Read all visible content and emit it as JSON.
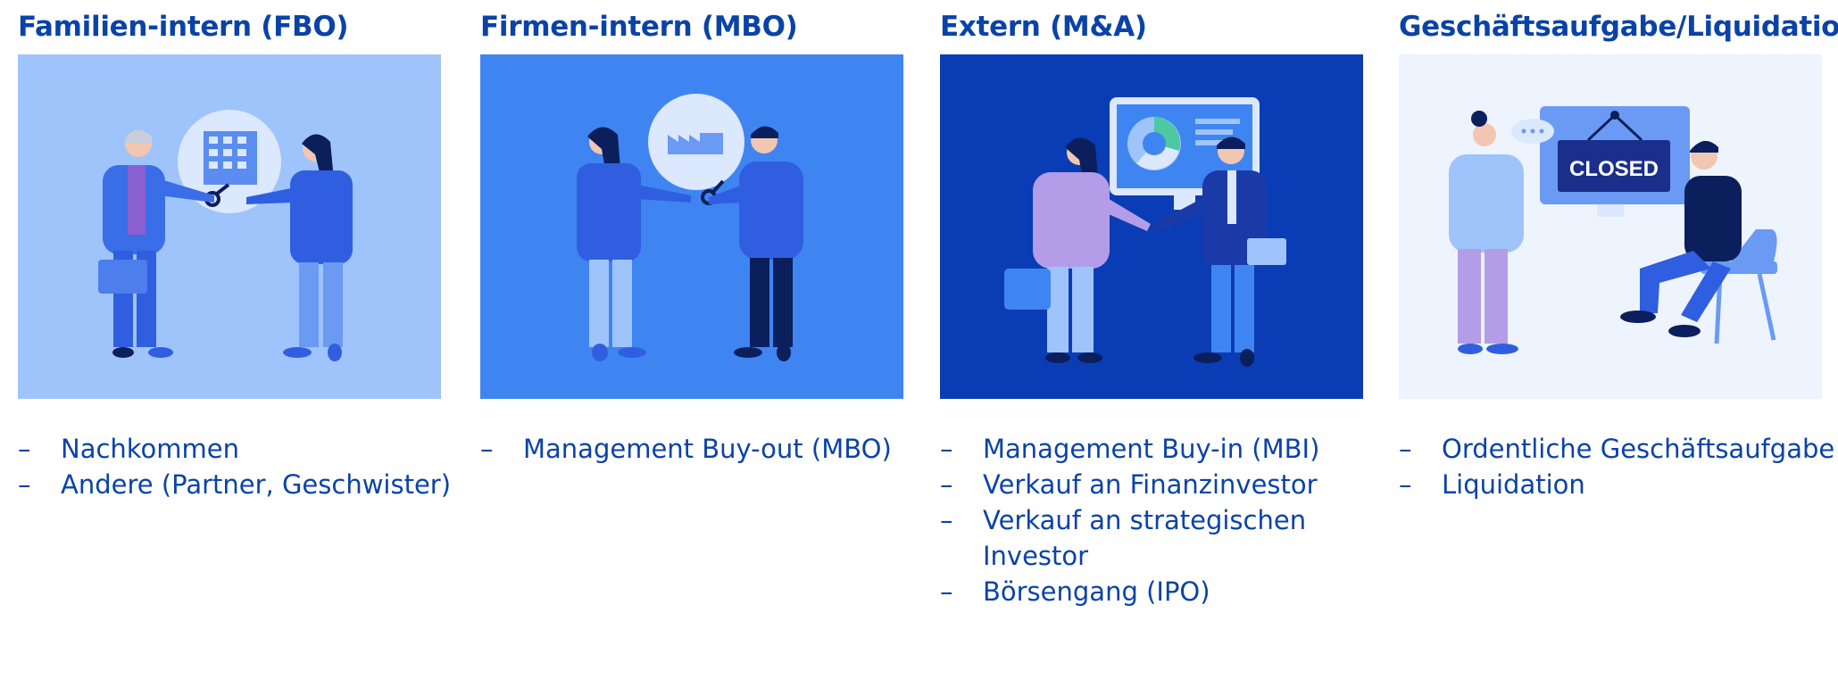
{
  "columns": [
    {
      "title": "Familien-intern (FBO)",
      "bullets": [
        "Nachkommen",
        "Andere (Partner, Geschwister)"
      ],
      "bg": "#9ec4fb"
    },
    {
      "title": "Firmen-intern (MBO)",
      "bullets": [
        "Management Buy-out (MBO)"
      ],
      "bg": "#3f85f2"
    },
    {
      "title": "Extern (M&A)",
      "bullets": [
        "Management Buy-in (MBI)",
        "Verkauf an Finanzinvestor",
        "Verkauf an strategischen Investor",
        "Börsengang (IPO)"
      ],
      "bg": "#0a3db5"
    },
    {
      "title": "Geschäftsaufgabe/Liquidation",
      "bullets": [
        "Ordentliche Geschäftsaufgabe",
        "Liquidation"
      ],
      "bg": "#eef4fd",
      "sign_text": "CLOSED"
    }
  ],
  "bullet_dash": "–",
  "colors": {
    "title": "#0a43a8",
    "text": "#0a43a8"
  }
}
